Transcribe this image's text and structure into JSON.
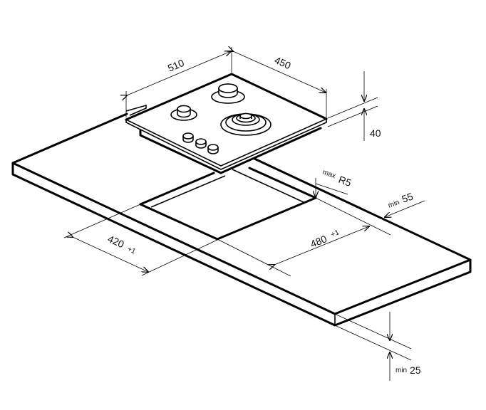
{
  "dimensions": {
    "hob_width": "510",
    "hob_depth": "450",
    "hob_height": "40",
    "cutout_depth": "420",
    "cutout_depth_tol": "+1",
    "cutout_width": "480",
    "cutout_width_tol": "+1",
    "corner_radius_prefix": "max",
    "corner_radius": "R5",
    "edge_clearance_prefix": "min",
    "edge_clearance": "55",
    "worktop_thickness_prefix": "min",
    "worktop_thickness": "25"
  }
}
